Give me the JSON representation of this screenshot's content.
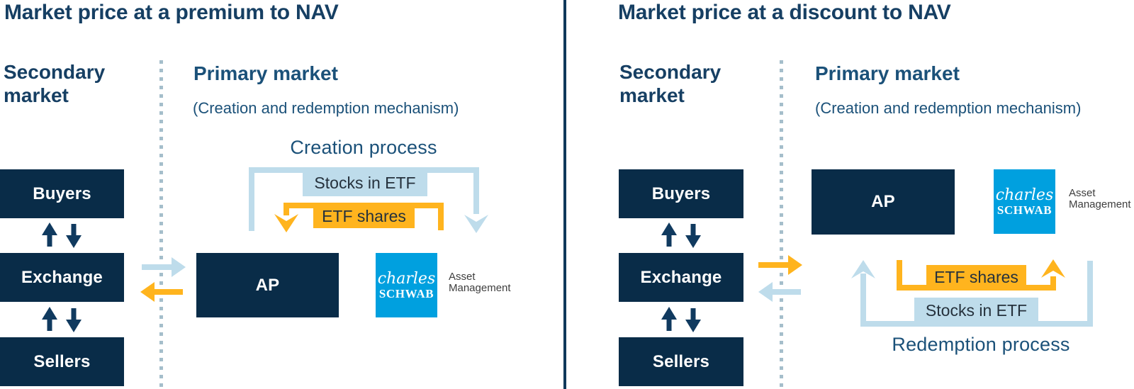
{
  "colors": {
    "navy_box": "#092C48",
    "title_text": "#163F63",
    "subhead_text": "#1B5179",
    "orange": "#FFB41E",
    "light_blue": "#BEDCEB",
    "schwab_blue": "#00A0DF",
    "dotted_line": "#A5BECB",
    "asset_text": "#3E3E3E",
    "label_text": "#25313C",
    "divider": "#10395A",
    "arrow_navy": "#103A5F"
  },
  "left_panel": {
    "title": "Market price at a premium to NAV",
    "secondary_market": "Secondary market",
    "primary_market": "Primary market",
    "mechanism_note": "(Creation and redemption mechanism)",
    "process_title": "Creation process",
    "boxes": {
      "buyers": "Buyers",
      "exchange": "Exchange",
      "sellers": "Sellers",
      "ap": "AP"
    },
    "flow_labels": {
      "stocks_in_etf": "Stocks in ETF",
      "etf_shares": "ETF shares"
    },
    "brand": {
      "name_line1": "charles",
      "name_line2": "SCHWAB",
      "division_line1": "Asset",
      "division_line2": "Management"
    }
  },
  "right_panel": {
    "title": "Market price at a discount to NAV",
    "secondary_market": "Secondary market",
    "primary_market": "Primary market",
    "mechanism_note": "(Creation and redemption mechanism)",
    "process_title": "Redemption process",
    "boxes": {
      "buyers": "Buyers",
      "exchange": "Exchange",
      "sellers": "Sellers",
      "ap": "AP"
    },
    "flow_labels": {
      "stocks_in_etf": "Stocks in ETF",
      "etf_shares": "ETF shares"
    },
    "brand": {
      "name_line1": "charles",
      "name_line2": "SCHWAB",
      "division_line1": "Asset",
      "division_line2": "Management"
    }
  }
}
